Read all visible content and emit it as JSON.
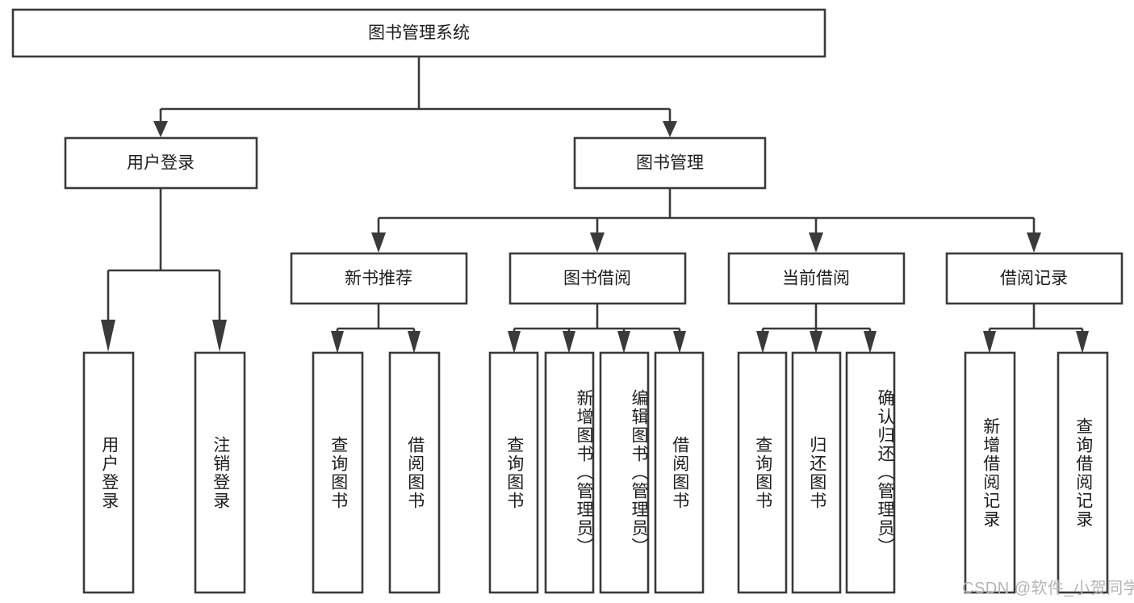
{
  "diagram": {
    "type": "tree",
    "title": "图书管理系统",
    "root": {
      "label": "图书管理系统"
    },
    "level2": [
      {
        "label": "用户登录"
      },
      {
        "label": "图书管理"
      }
    ],
    "level3": [
      {
        "label": "新书推荐"
      },
      {
        "label": "图书借阅"
      },
      {
        "label": "当前借阅"
      },
      {
        "label": "借阅记录"
      }
    ],
    "leaves": {
      "user_login": [
        {
          "label": "用户登录"
        },
        {
          "label": "注销登录"
        }
      ],
      "new_book_recommend": [
        {
          "label": "查询图书"
        },
        {
          "label": "借阅图书"
        }
      ],
      "book_borrow": [
        {
          "label": "查询图书"
        },
        {
          "label": "新增图书（管理员）"
        },
        {
          "label": "编辑图书（管理员）"
        },
        {
          "label": "借阅图书"
        }
      ],
      "current_borrow": [
        {
          "label": "查询图书"
        },
        {
          "label": "归还图书"
        },
        {
          "label": "确认归还（管理员）"
        }
      ],
      "borrow_record": [
        {
          "label": "新增借阅记录"
        },
        {
          "label": "查询借阅记录"
        }
      ]
    }
  },
  "watermark": {
    "text": "CSDN @软件_小贺同学"
  },
  "colors": {
    "background": "#ffffff",
    "box_fill": "#ffffff",
    "line": "#3a3a3a",
    "text": "#1d1d1d",
    "watermark": "#b4b4b4"
  }
}
